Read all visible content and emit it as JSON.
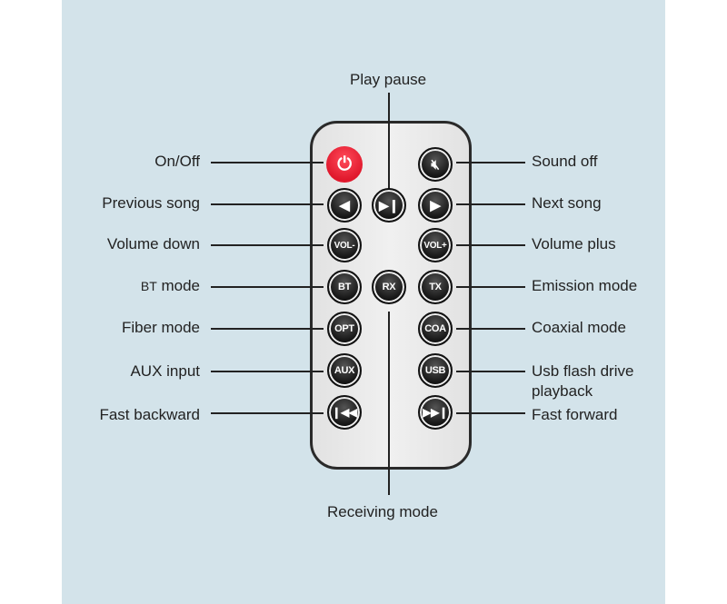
{
  "labels": {
    "play_pause": "Play pause",
    "on_off": "On/Off",
    "sound_off": "Sound off",
    "previous_song": "Previous song",
    "next_song": "Next song",
    "volume_down": "Volume down",
    "volume_plus": "Volume plus",
    "bt_mode_prefix": "BT",
    "bt_mode_suffix": " mode",
    "emission_mode": "Emission mode",
    "fiber_mode": "Fiber mode",
    "coaxial_mode": "Coaxial mode",
    "aux_input": "AUX input",
    "usb_line1": "Usb flash drive",
    "usb_line2": "playback",
    "fast_backward": "Fast backward",
    "fast_forward": "Fast forward",
    "receiving_mode": "Receiving mode"
  },
  "buttons": {
    "vol_minus": "VOL-",
    "vol_plus": "VOL+",
    "bt": "BT",
    "rx": "RX",
    "tx": "TX",
    "opt": "OPT",
    "coa": "COA",
    "aux": "AUX",
    "usb": "USB"
  },
  "colors": {
    "background": "#d3e3ea",
    "power": "#e8202f"
  }
}
